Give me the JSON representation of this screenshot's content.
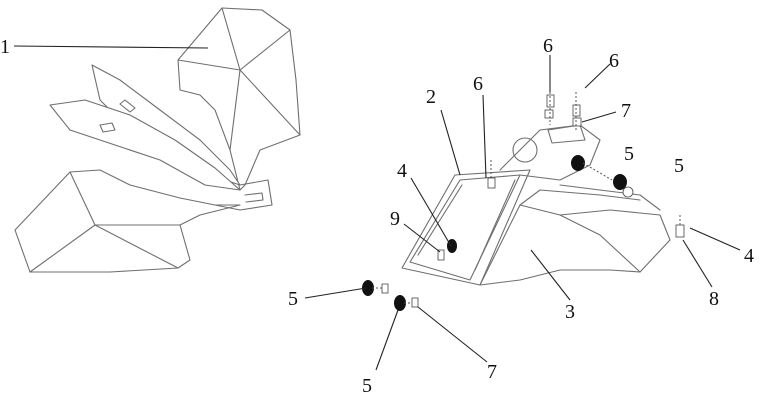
{
  "callouts": [
    {
      "id": "c1",
      "label": "1"
    },
    {
      "id": "c2",
      "label": "2"
    },
    {
      "id": "c3",
      "label": "3"
    },
    {
      "id": "c4a",
      "label": "4"
    },
    {
      "id": "c4b",
      "label": "4"
    },
    {
      "id": "c5a",
      "label": "5"
    },
    {
      "id": "c5b",
      "label": "5"
    },
    {
      "id": "c5c",
      "label": "5"
    },
    {
      "id": "c5d",
      "label": "5"
    },
    {
      "id": "c6a",
      "label": "6"
    },
    {
      "id": "c6b",
      "label": "6"
    },
    {
      "id": "c6c",
      "label": "6"
    },
    {
      "id": "c7a",
      "label": "7"
    },
    {
      "id": "c7b",
      "label": "7"
    },
    {
      "id": "c8",
      "label": "8"
    },
    {
      "id": "c9",
      "label": "9"
    }
  ]
}
